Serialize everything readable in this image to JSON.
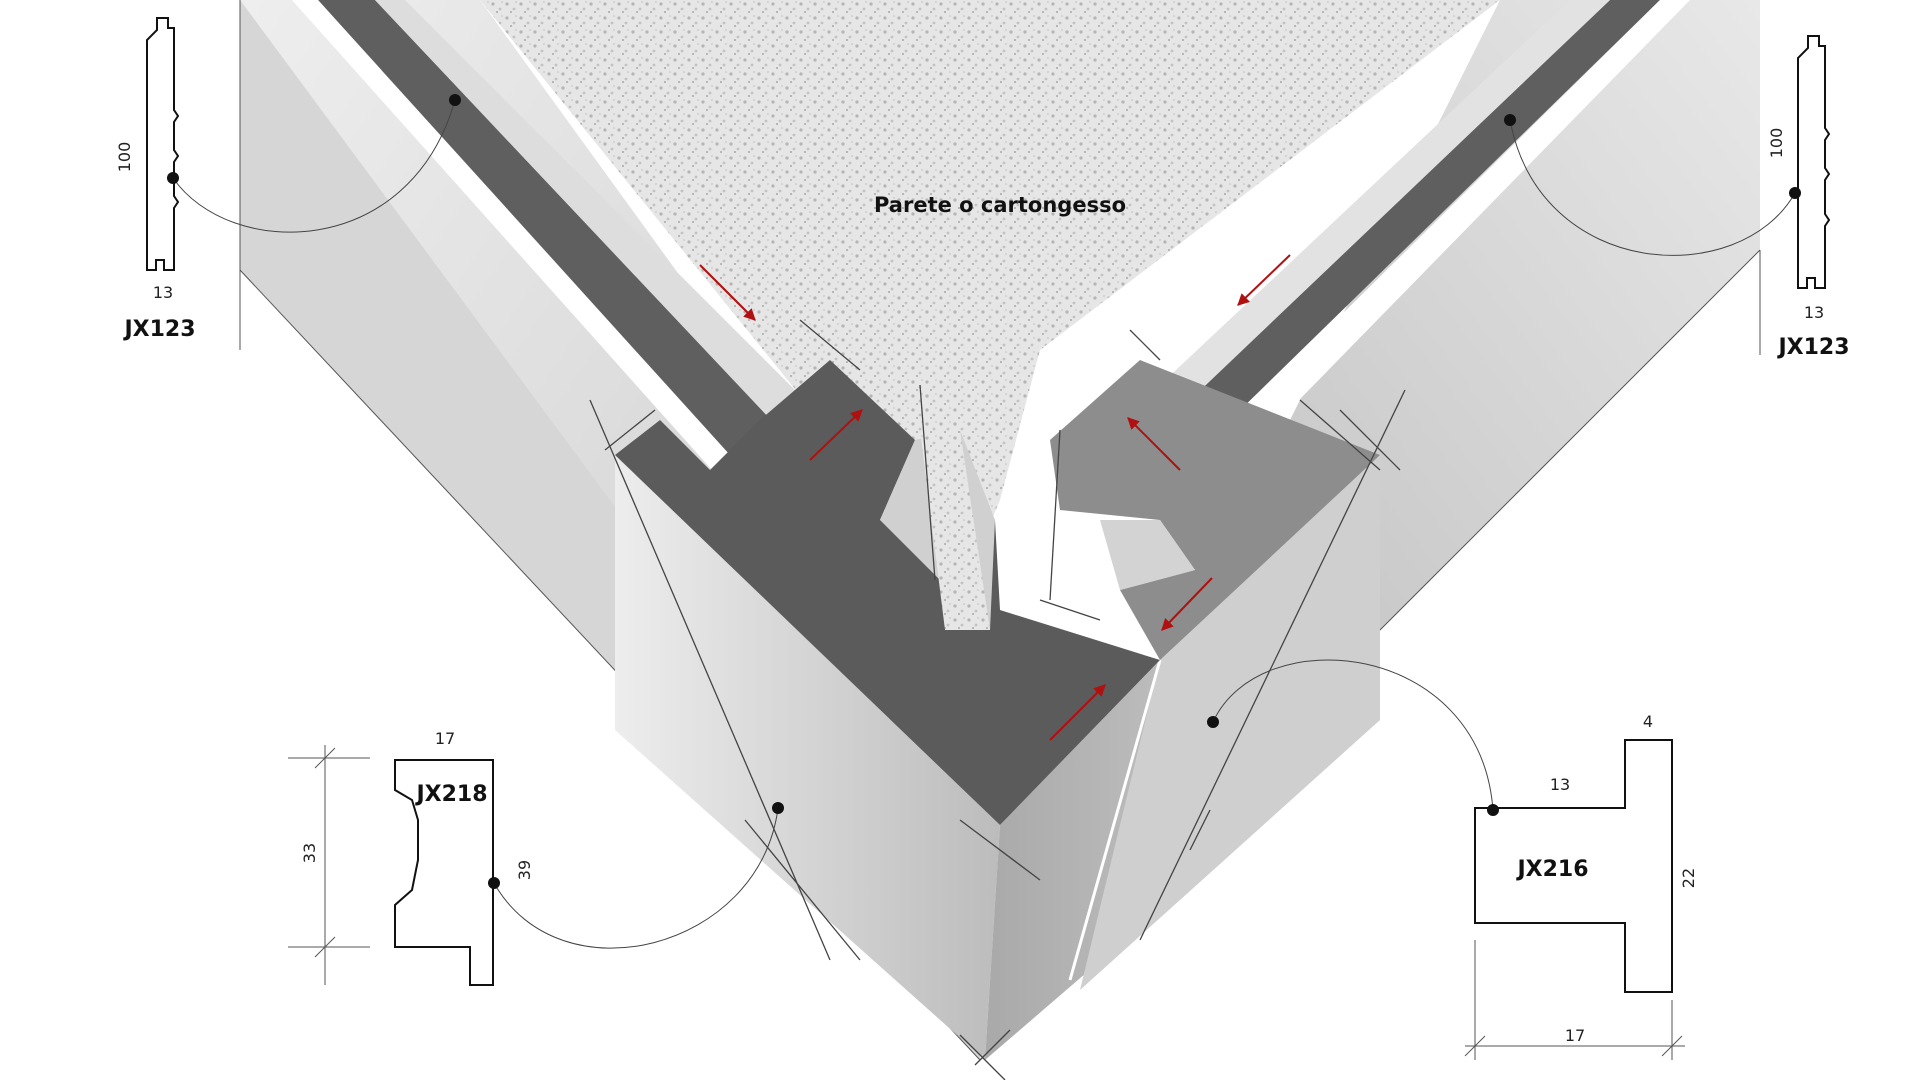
{
  "diagram": {
    "wall_label": "Parete o cartongesso",
    "colors": {
      "panel_light": "#d8d8d8",
      "panel_dark": "#5e5e5e",
      "arrow": "#b01010",
      "outline": "#111111"
    },
    "profiles": {
      "left_top": {
        "code": "JX123",
        "height": "100",
        "width": "13"
      },
      "right_top": {
        "code": "JX123",
        "height": "100",
        "width": "13"
      },
      "bottom_left": {
        "code": "JX218",
        "width": "17",
        "inner_height": "33",
        "height": "39"
      },
      "bottom_right": {
        "code": "JX216",
        "top": "4",
        "inner": "13",
        "height": "22",
        "width": "17"
      }
    }
  }
}
